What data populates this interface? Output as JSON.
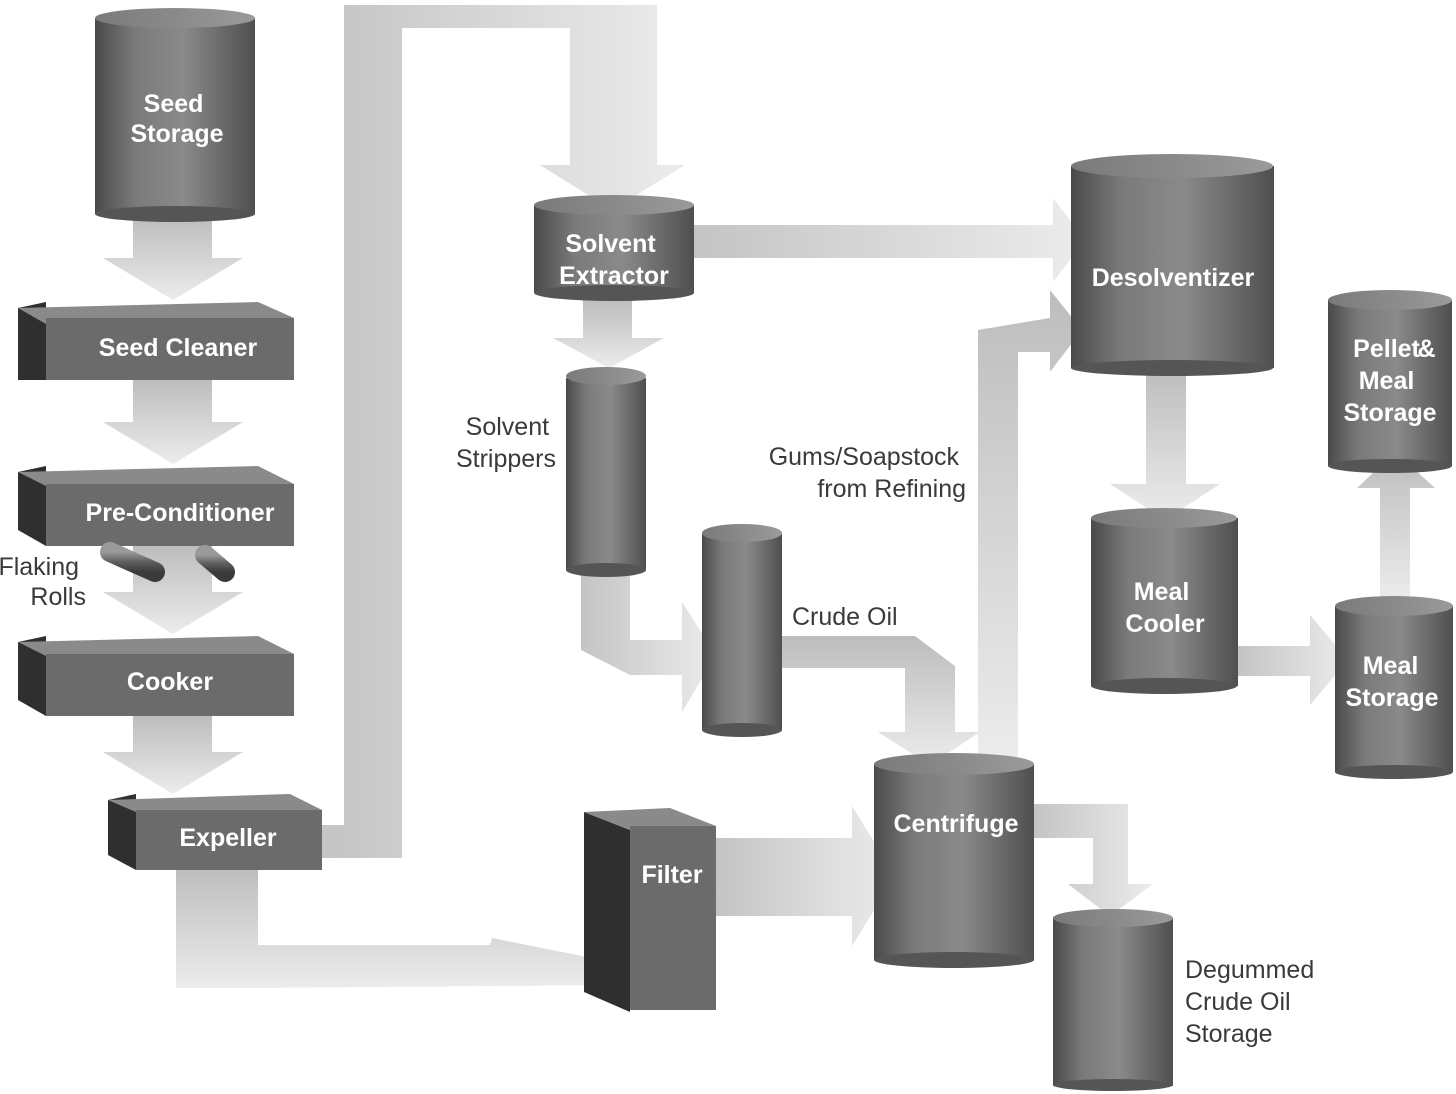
{
  "colors": {
    "arrow_light": "#e6e6e6",
    "arrow_dark": "#bdbdbd",
    "equipment_gray": "#6b6b6b",
    "equipment_dark": "#3c3c3c",
    "label_white": "#ffffff",
    "label_dark": "#3a3a3a"
  },
  "equipment": {
    "seed_storage": [
      "Seed",
      "Storage"
    ],
    "seed_cleaner": "Seed Cleaner",
    "pre_conditioner": "Pre-Conditioner",
    "cooker": "Cooker",
    "expeller": "Expeller",
    "solvent_extractor": [
      "Solvent",
      "Extractor"
    ],
    "desolventizer": "Desolventizer",
    "pellet_meal_storage": [
      "Pellet",
      "&",
      "Meal",
      "Storage"
    ],
    "meal_cooler": [
      "Meal",
      "Cooler"
    ],
    "meal_storage": [
      "Meal",
      "Storage"
    ],
    "filter": "Filter",
    "centrifuge": "Centrifuge"
  },
  "annotations": {
    "flaking_rolls": [
      "Flaking",
      "Rolls"
    ],
    "solvent_strippers": [
      "Solvent",
      "Strippers"
    ],
    "gums_soapstock": [
      "Gums/Soapstock",
      "from Refining"
    ],
    "crude_oil": "Crude Oil",
    "degummed_storage": [
      "Degummed",
      "Crude Oil",
      "Storage"
    ]
  }
}
